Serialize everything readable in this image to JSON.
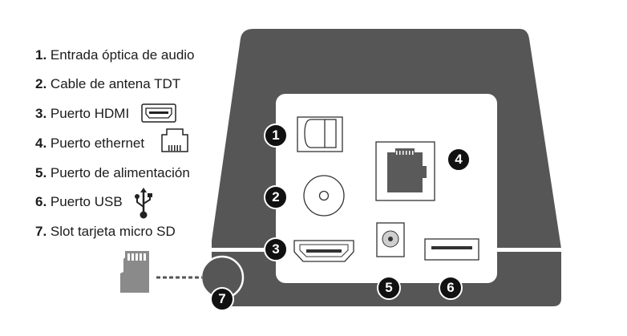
{
  "legend": [
    {
      "num": "1.",
      "text": "Entrada óptica de audio"
    },
    {
      "num": "2.",
      "text": "Cable de antena TDT"
    },
    {
      "num": "3.",
      "text": "Puerto HDMI"
    },
    {
      "num": "4.",
      "text": "Puerto ethernet"
    },
    {
      "num": "5.",
      "text": "Puerto de alimentación"
    },
    {
      "num": "6.",
      "text": "Puerto USB"
    },
    {
      "num": "7.",
      "text": "Slot tarjeta micro SD"
    }
  ],
  "badges": [
    "1",
    "2",
    "3",
    "4",
    "5",
    "6",
    "7"
  ],
  "icons": {
    "hdmi": "hdmi-port-icon",
    "ethernet": "ethernet-port-icon",
    "usb": "usb-symbol-icon",
    "sd": "micro-sd-card-icon"
  },
  "colors": {
    "device": "#555555",
    "panel": "#ffffff",
    "badge": "#111111",
    "text": "#1b1b1b"
  }
}
